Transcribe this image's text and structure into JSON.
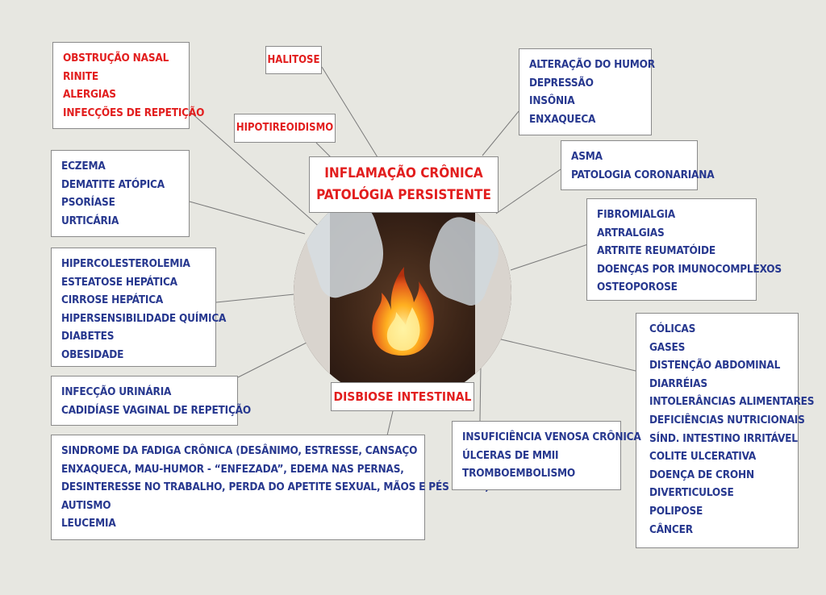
{
  "center": {
    "title_line1": "INFLAMAÇÃO CRÔNICA",
    "title_line2": "PATOLÓGIA PERSISTENTE",
    "bottom_label": "DISBIOSE INTESTINAL"
  },
  "labels": {
    "halitose": "HALITOSE",
    "hipotireoidismo": "HIPOTIREOIDISMO"
  },
  "boxes": {
    "nasal": [
      "OBSTRUÇÃO NASAL",
      "RINITE",
      "ALERGIAS",
      "INFECÇÕES DE REPETIÇÃO"
    ],
    "pele": [
      "ECZEMA",
      "DEMATITE ATÓPICA",
      "PSORÍASE",
      "URTICÁRIA"
    ],
    "figado": [
      "HIPERCOLESTEROLEMIA",
      "ESTEATOSE HEPÁTICA",
      "CIRROSE HEPÁTICA",
      "HIPERSENSIBILIDADE QUÍMICA",
      "DIABETES",
      "OBESIDADE"
    ],
    "urinaria": [
      "INFECÇÃO URINÁRIA",
      "CADIDÍASE VAGINAL DE REPETIÇÃO"
    ],
    "fadiga": [
      "SINDROME DA FADIGA CRÔNICA (DESÂNIMO, ESTRESSE, CANSAÇO",
      "ENXAQUECA, MAU-HUMOR - “ENFEZADA”, EDEMA NAS PERNAS,",
      "DESINTERESSE NO TRABALHO, PERDA DO APETITE SEXUAL, MÃOS E PÉS FRIOS)",
      "AUTISMO",
      "LEUCEMIA"
    ],
    "humor": [
      "ALTERAÇÃO DO HUMOR",
      "DEPRESSÃO",
      "INSÔNIA",
      "ENXAQUECA"
    ],
    "asma": [
      "ASMA",
      "PATOLOGIA CORONARIANA"
    ],
    "fibro": [
      "FIBROMIALGIA",
      "ARTRALGIAS",
      "ARTRITE REUMATÓIDE",
      "DOENÇAS POR IMUNOCOMPLEXOS",
      "OSTEOPOROSE"
    ],
    "intestino": [
      "CÓLICAS",
      "GASES",
      "DISTENÇÃO ABDOMINAL",
      "DIARRÉIAS",
      "INTOLERÂNCIAS ALIMENTARES",
      "DEFICIÊNCIAS NUTRICIONAIS",
      "SÍND. INTESTINO IRRITÁVEL",
      "COLITE ULCERATIVA",
      "DOENÇA DE CROHN",
      "DIVERTICULOSE",
      "POLIPOSE",
      "CÂNCER"
    ],
    "venosa": [
      "INSUFICIÊNCIA VENOSA CRÔNICA",
      "ÚLCERAS DE MMII",
      "TROMBOEMBOLISMO"
    ]
  },
  "colors": {
    "red": "#e21e1e",
    "blue": "#27388f",
    "background": "#e7e7e1"
  }
}
